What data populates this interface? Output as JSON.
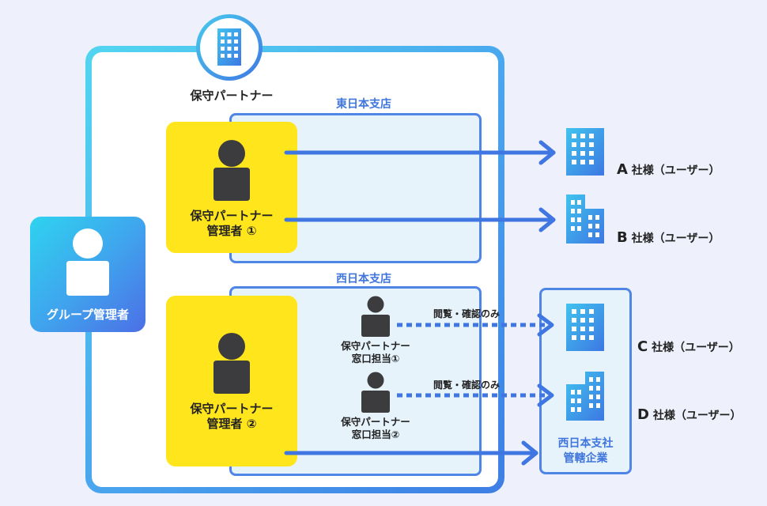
{
  "partner": {
    "label": "保守パートナー"
  },
  "branches": {
    "east": {
      "label": "東日本支店"
    },
    "west": {
      "label": "西日本支店"
    }
  },
  "managers": [
    {
      "line1": "保守パートナー",
      "line2": "管理者 ①"
    },
    {
      "line1": "保守パートナー",
      "line2": "管理者 ②"
    }
  ],
  "contacts": [
    {
      "line1": "保守パートナー",
      "line2": "窓口担当①"
    },
    {
      "line1": "保守パートナー",
      "line2": "窓口担当②"
    }
  ],
  "view_only_label": "閲覧・確認のみ",
  "group_admin": {
    "label": "グループ管理者"
  },
  "west_hq": {
    "line1": "西日本支社",
    "line2": "管轄企業"
  },
  "companies": [
    {
      "letter": "A",
      "suffix": " 社様（ユーザー）"
    },
    {
      "letter": "B",
      "suffix": " 社様（ユーザー）"
    },
    {
      "letter": "C",
      "suffix": " 社様（ユーザー）"
    },
    {
      "letter": "D",
      "suffix": " 社様（ユーザー）"
    }
  ],
  "colors": {
    "accent_blue": "#4f86e6",
    "yellow": "#ffe51c",
    "light_blue_fill": "#e6f3fb",
    "icon_dark": "#3c3c3e"
  },
  "icons": [
    "building-icon",
    "person-icon"
  ]
}
